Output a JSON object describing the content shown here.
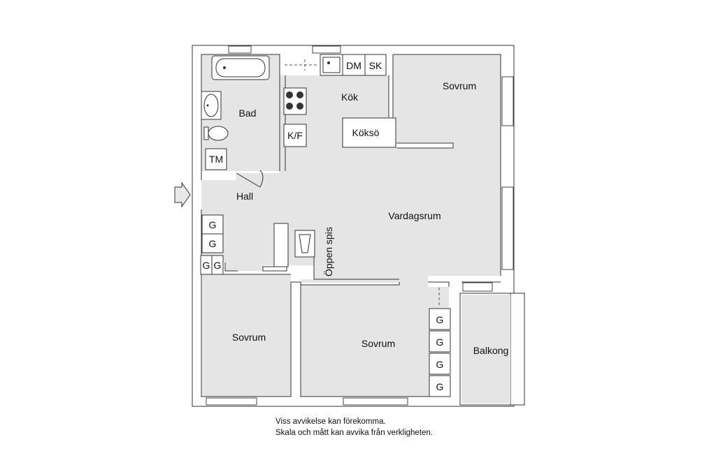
{
  "rooms": {
    "bad": "Bad",
    "kok": "Kök",
    "sovrum_top": "Sovrum",
    "hall": "Hall",
    "vardagsrum": "Vardagsrum",
    "sovrum_left": "Sovrum",
    "sovrum_middle": "Sovrum",
    "balkong": "Balkong"
  },
  "fixtures": {
    "dm": "DM",
    "sk": "SK",
    "kf": "K/F",
    "koksö": "Köksö",
    "tm": "TM",
    "oppen_spis": "Öppen spis",
    "g": "G"
  },
  "footer": {
    "line1": "Viss avvikelse kan förekomma.",
    "line2": "Skala och mått kan avvika från verkligheten."
  }
}
